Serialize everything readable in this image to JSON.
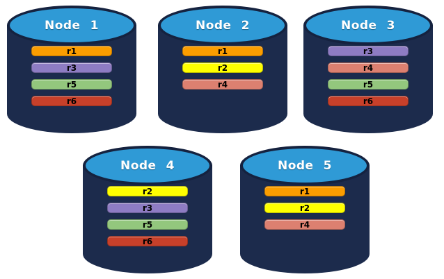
{
  "palette": {
    "background": "#FFFFFF",
    "cylinder_body": "#1C2B4C",
    "cylinder_top_fill": "#2F9AD6",
    "cylinder_top_border": "#15223F",
    "node_title_color": "#FFFFFF",
    "bar_label_color": "#000000"
  },
  "replica_colors": {
    "r1": "#FB9D00",
    "r2": "#FFFF00",
    "r3": "#8E7CC3",
    "r4": "#DC8070",
    "r5": "#93C77D",
    "r6": "#C7402A"
  },
  "nodes": [
    {
      "title": "Node 1",
      "replicas": [
        "r1",
        "r3",
        "r5",
        "r6"
      ]
    },
    {
      "title": "Node 2",
      "replicas": [
        "r1",
        "r2",
        "r4"
      ]
    },
    {
      "title": "Node 3",
      "replicas": [
        "r3",
        "r4",
        "r5",
        "r6"
      ]
    },
    {
      "title": "Node 4",
      "replicas": [
        "r2",
        "r3",
        "r5",
        "r6"
      ]
    },
    {
      "title": "Node 5",
      "replicas": [
        "r1",
        "r2",
        "r4"
      ]
    }
  ]
}
